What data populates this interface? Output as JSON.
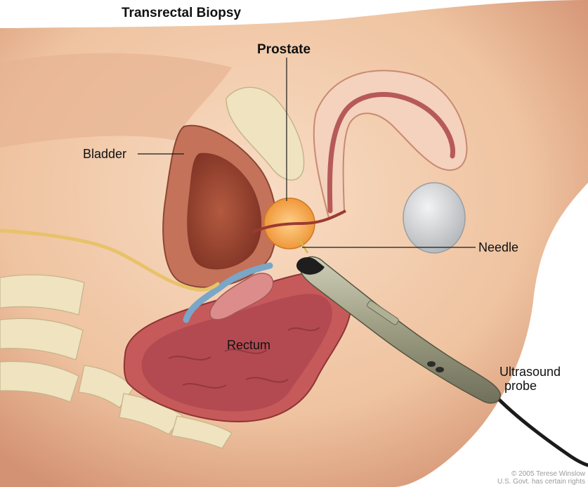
{
  "title": "Transrectal Biopsy",
  "labels": {
    "prostate": "Prostate",
    "bladder": "Bladder",
    "needle": "Needle",
    "rectum": "Rectum",
    "probe_line1": "Ultrasound",
    "probe_line2": "probe"
  },
  "credit": {
    "line1": "© 2005 Terese Winslow",
    "line2": "U.S. Govt. has certain rights"
  },
  "colors": {
    "skin": "#f0c8a6",
    "skin_shadow": "#d99a78",
    "body_outline": "#b8785a",
    "bone": "#efe3c0",
    "bladder": "#c4735a",
    "bladder_inner": "#a24c34",
    "prostate": "#f5a64a",
    "rectum": "#c65a5a",
    "rectum_inner": "#b04850",
    "seminal_vessel_blue": "#7aa6c8",
    "seminal_vesicle_pink": "#dd8c8c",
    "probe_metal": "#a8a890",
    "probe_cable": "#1b1b1b",
    "testis": "#d7d9da"
  }
}
